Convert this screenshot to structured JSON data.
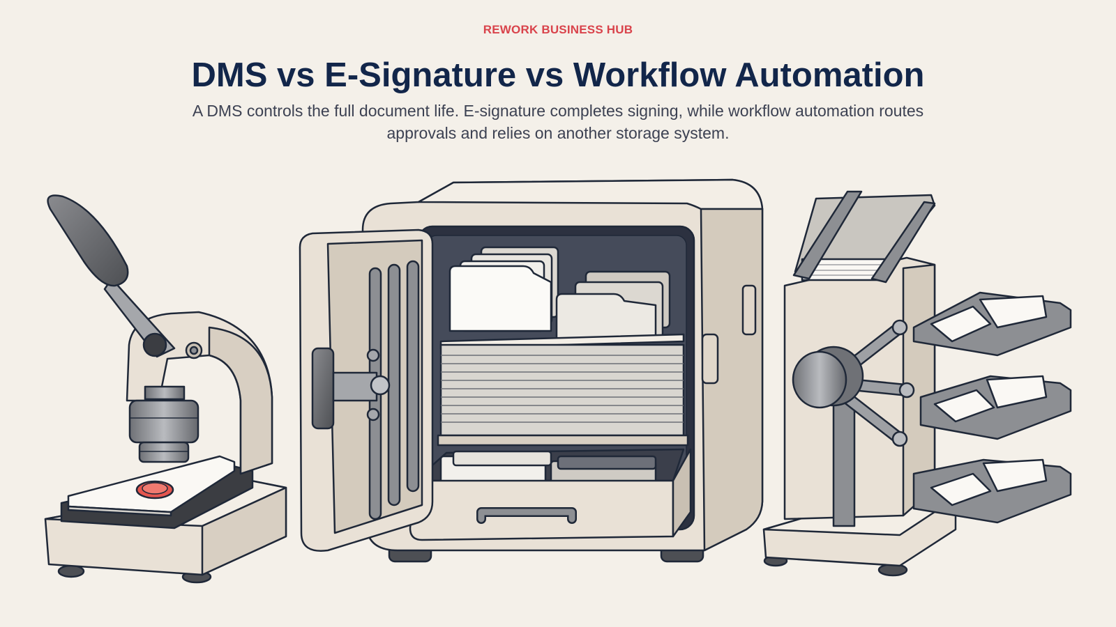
{
  "brand": {
    "name": "REWORK BUSINESS HUB",
    "color": "#d9434b"
  },
  "header": {
    "title": "DMS vs E-Signature vs Workflow Automation",
    "title_color": "#12264a",
    "subtitle": "A DMS controls the full document life. E-signature completes signing, while workflow automation routes approvals and relies on another storage system.",
    "subtitle_color": "#3c4152"
  },
  "illustrations": [
    {
      "name": "embossing seal press",
      "seal_color": "#e5564f"
    },
    {
      "name": "open safe filing cabinet"
    },
    {
      "name": "document sorting machine"
    }
  ],
  "palette": {
    "cream": "#e9e1d6",
    "cream_light": "#f3eee6",
    "outline": "#1f2838",
    "steel": "#8d8f93",
    "steel_dark": "#5c5e63",
    "paper": "#faf8f4"
  }
}
